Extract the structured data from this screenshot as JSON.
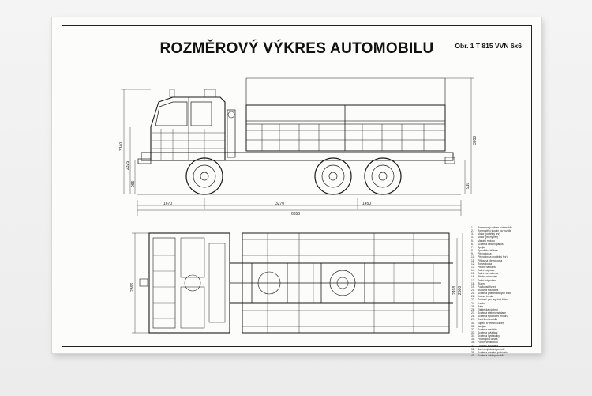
{
  "poster": {
    "title": "ROZMĚROVÝ VÝKRES AUTOMOBILU",
    "code": "Obr. 1 T 815 VVN 6x6"
  },
  "dimensions": {
    "side_bottom_total": "6350",
    "side_seg_1": "1670",
    "side_seg_2": "3270",
    "side_seg_3": "1450",
    "side_height_cab": "3140",
    "side_height_left": "2325",
    "side_height_right": "3050",
    "side_ground_left": "965",
    "side_ground_right": "910",
    "top_width_left": "2366",
    "top_width_right_1": "2498",
    "top_width_right_2": "2500"
  },
  "legend": [
    {
      "n": "1.",
      "t": "Rozměrový výkres automobilu"
    },
    {
      "n": "2.",
      "t": "Rozmístění skupin na vozidle"
    },
    {
      "n": "3.",
      "t": "Motor (podélný řez)"
    },
    {
      "n": "4.",
      "t": "Motor (příčný řez)"
    },
    {
      "n": "5.",
      "t": "Mazání motoru"
    },
    {
      "n": "6.",
      "t": "Schéma vedení paliva"
    },
    {
      "n": "7.",
      "t": "Spojka"
    },
    {
      "n": "8.",
      "t": "Spouštěcí hřídele"
    },
    {
      "n": "9.",
      "t": "Převodovka"
    },
    {
      "n": "10.",
      "t": "Převodovka (podélný řez)"
    },
    {
      "n": "11.",
      "t": "Přídavná převodovka"
    },
    {
      "n": "12.",
      "t": "Rozvodovka"
    },
    {
      "n": "13.",
      "t": "Přední náprava"
    },
    {
      "n": "14.",
      "t": "Zadní náprava"
    },
    {
      "n": "15.",
      "t": "Zadní rozvodovka"
    },
    {
      "n": "16.",
      "t": "Přední odpružení"
    },
    {
      "n": "17.",
      "t": "Zadní odpružení"
    },
    {
      "n": "18.",
      "t": "Řízení"
    },
    {
      "n": "19.",
      "t": "Posilovač řízení"
    },
    {
      "n": "20.",
      "t": "Brzdová soustava"
    },
    {
      "n": "21.",
      "t": "Schéma pneumatických brzd"
    },
    {
      "n": "22.",
      "t": "Kolová brzda"
    },
    {
      "n": "23.",
      "t": "Zařízení pro regulaci tlaku"
    },
    {
      "n": "24.",
      "t": "Kabina"
    },
    {
      "n": "25.",
      "t": "Rám"
    },
    {
      "n": "26.",
      "t": "Elektrická výzbroj"
    },
    {
      "n": "27.",
      "t": "Schéma elektroinstalace"
    },
    {
      "n": "28.",
      "t": "Schéma spouštění motoru"
    },
    {
      "n": "29.",
      "t": "Osvětlení vozidla"
    },
    {
      "n": "30.",
      "t": "Topení a větrání kabiny"
    },
    {
      "n": "31.",
      "t": "Navijak"
    },
    {
      "n": "32.",
      "t": "Schéma navijáku"
    },
    {
      "n": "33.",
      "t": "Schéma ovládání"
    },
    {
      "n": "34.",
      "t": "Schéma hydrauliky"
    },
    {
      "n": "35.",
      "t": "Přístrojová deska"
    },
    {
      "n": "36.",
      "t": "Pohon ventilátoru"
    },
    {
      "n": "37.",
      "t": "Chladicí soustava"
    },
    {
      "n": "38.",
      "t": "Sací a výfukové potrubí"
    },
    {
      "n": "39.",
      "t": "Schéma mazání podvozku"
    },
    {
      "n": "40.",
      "t": "Schéma údržby vozidla"
    }
  ],
  "colors": {
    "ink": "#1a1a1a",
    "paper": "#fcfcfa",
    "background": "#efefef"
  }
}
